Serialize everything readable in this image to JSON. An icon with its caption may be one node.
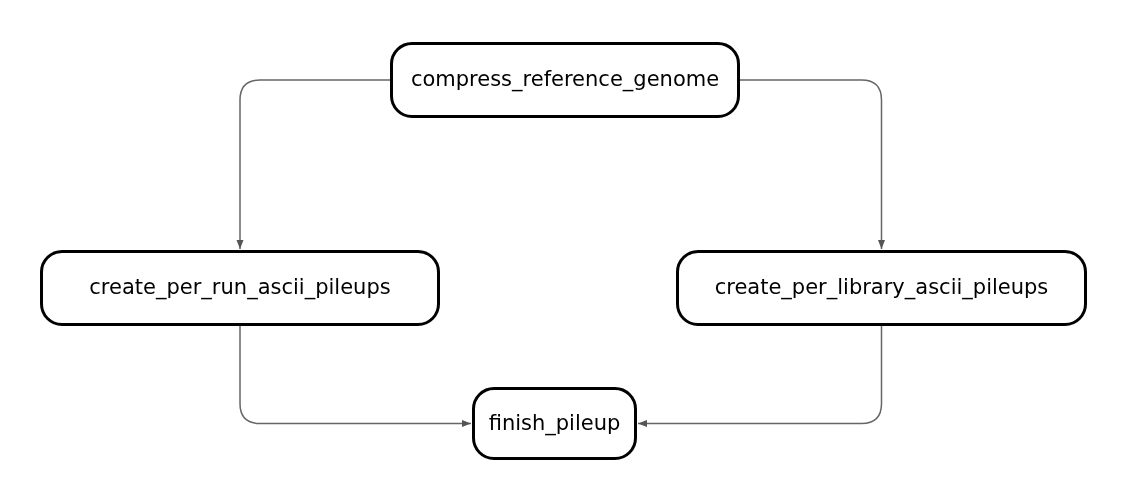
{
  "diagram": {
    "nodes": [
      {
        "text": [
          "compress_reference_genome"
        ]
      },
      {
        "text": [
          "create_per_run_ascii_pileups"
        ]
      },
      {
        "text": [
          "create_per_library_ascii_pileups"
        ]
      },
      {
        "text": [
          "finish_pileup"
        ]
      }
    ],
    "edges": [
      {
        "from": 0,
        "to": 1,
        "arrow": "to"
      },
      {
        "from": 0,
        "to": 2,
        "arrow": "to"
      },
      {
        "from": 1,
        "to": 3,
        "arrow": "to"
      },
      {
        "from": 2,
        "to": 3,
        "arrow": "to"
      }
    ]
  }
}
